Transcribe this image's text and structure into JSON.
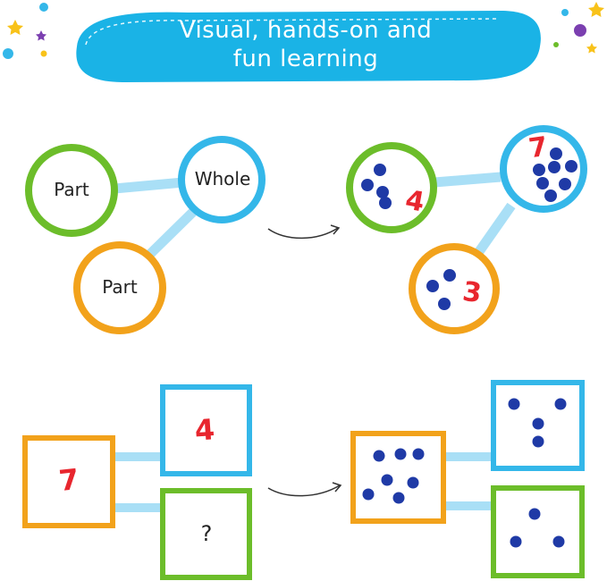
{
  "banner": {
    "line1": "Visual, hands-on and",
    "line2": "fun learning"
  },
  "top_left": {
    "part1_label": "Part",
    "whole_label": "Whole",
    "part2_label": "Part"
  },
  "top_right": {
    "part1_number": "4",
    "whole_number": "7",
    "part2_number": "3"
  },
  "bottom_left": {
    "whole_number": "7",
    "part1_number": "4",
    "part2_unknown": "?"
  },
  "colors": {
    "banner": "#1ab3e6",
    "blue_ring": "#34b7e9",
    "green_ring": "#6cbd2a",
    "orange_ring": "#f2a21b",
    "connector": "#a9dff6",
    "counter": "#1f3aa6",
    "number": "#e8262e"
  },
  "icons": [
    "star-icon",
    "dot-icon",
    "arrow-icon",
    "counter-icon"
  ]
}
